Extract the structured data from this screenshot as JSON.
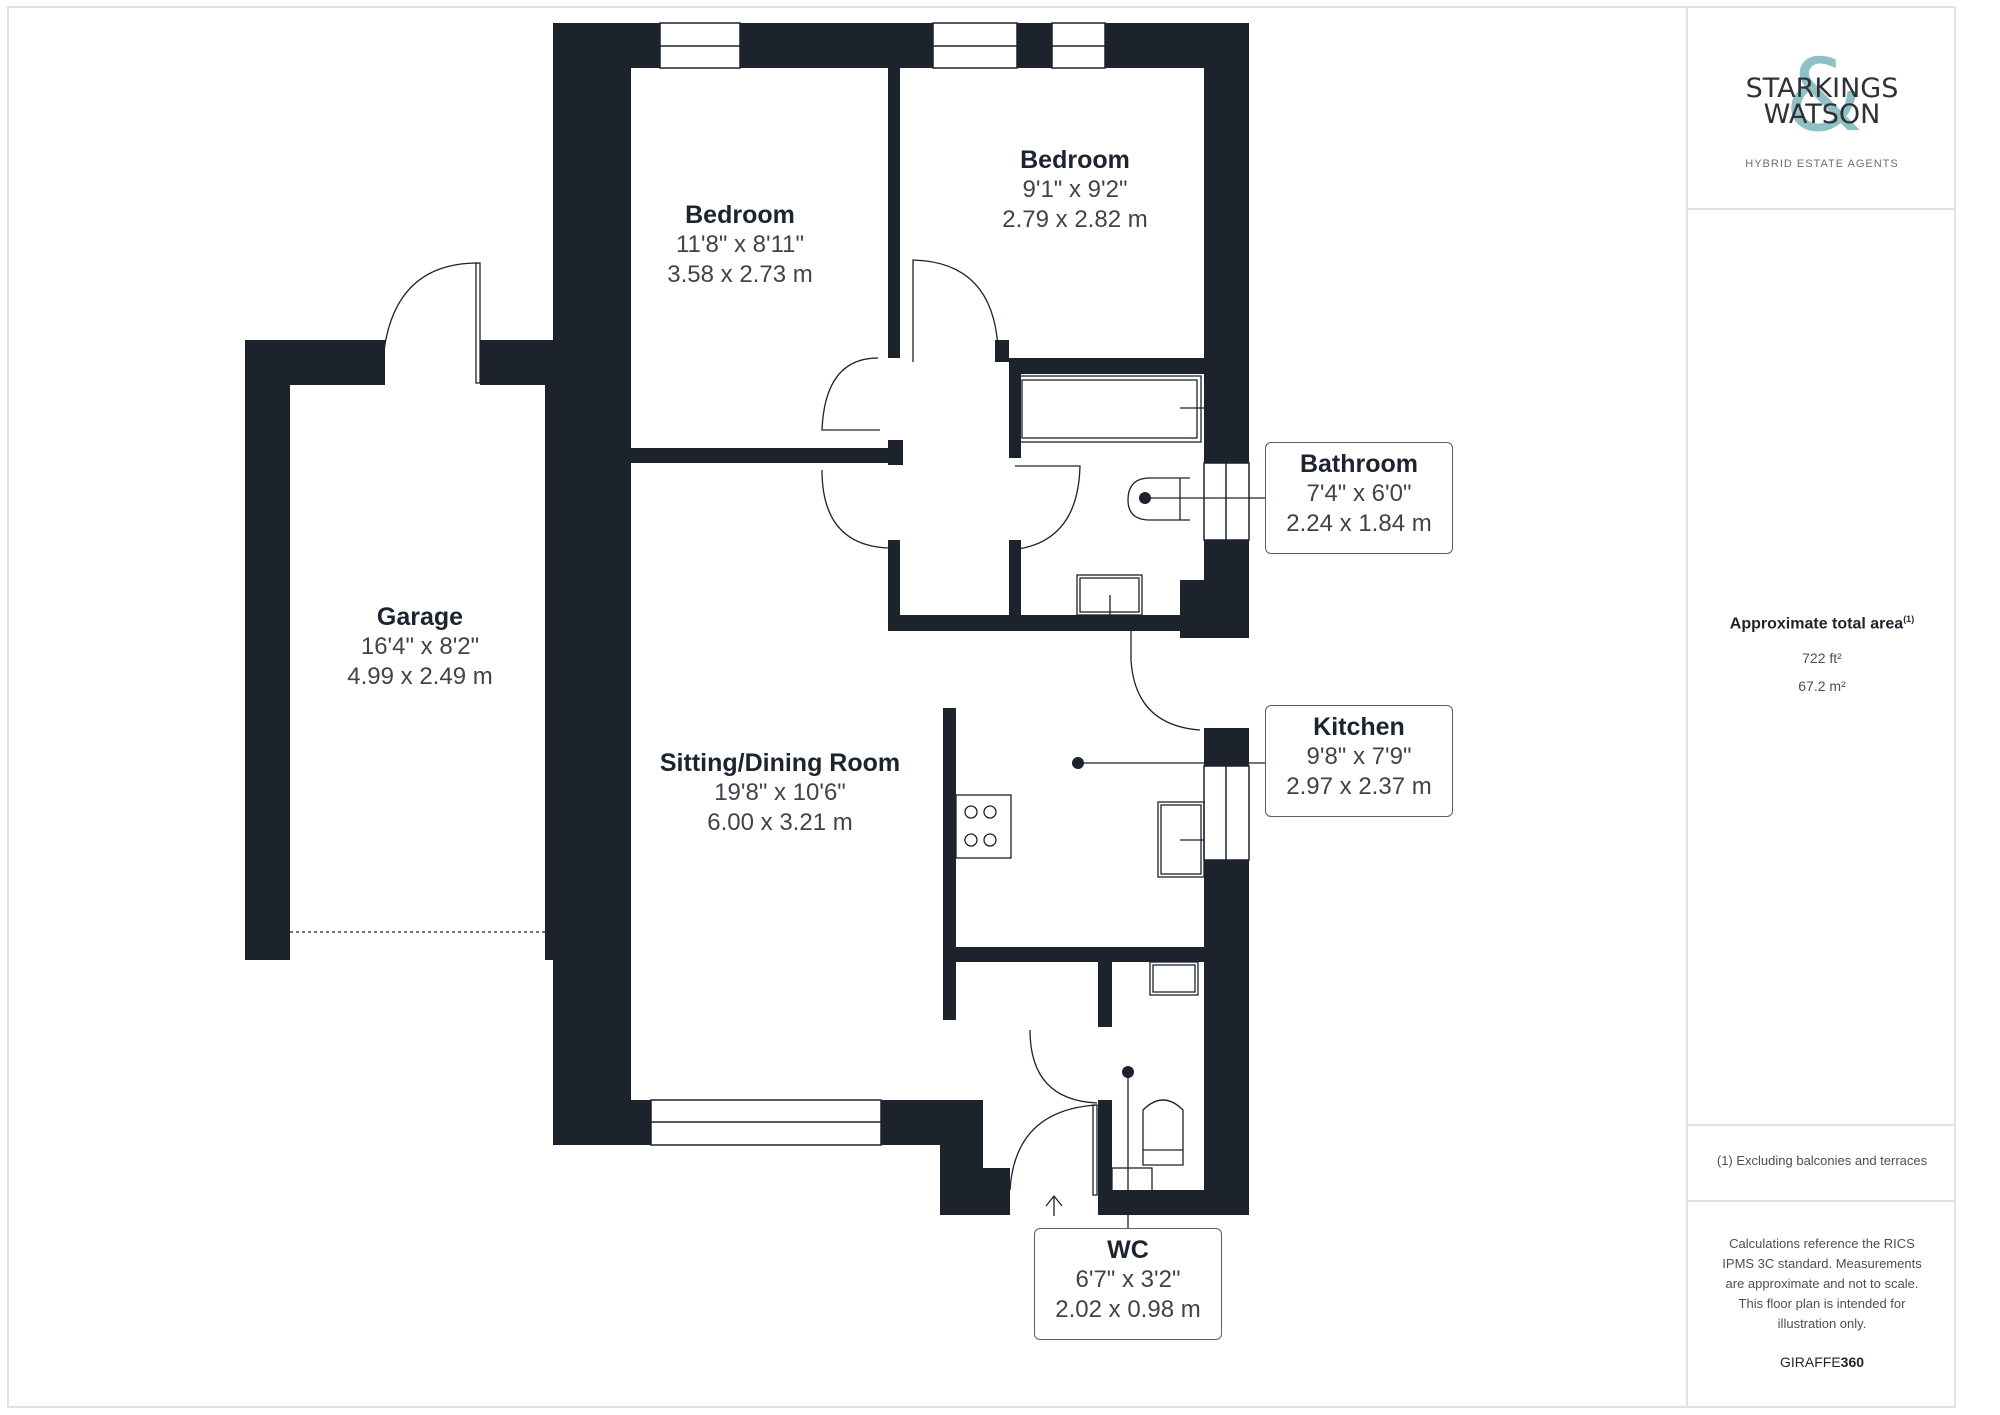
{
  "colors": {
    "wall": "#1c232d",
    "accent": "#8fc0c4",
    "border": "#e2e2e2"
  },
  "logo": {
    "line1": "STARKINGS",
    "line2": "WATSON",
    "ampersand": "&",
    "tagline": "HYBRID ESTATE AGENTS"
  },
  "area": {
    "title": "Approximate total area",
    "footnote_marker": "(1)",
    "imperial": "722 ft²",
    "metric": "67.2 m²"
  },
  "footnote": "(1) Excluding balconies and terraces",
  "disclaimer": "Calculations reference the RICS IPMS 3C standard. Measurements are approximate and not to scale. This floor plan is intended for illustration only.",
  "brand": {
    "prefix": "GIRAFFE",
    "suffix": "360"
  },
  "rooms": [
    {
      "name": "Bedroom",
      "imperial": "11'8\" x 8'11\"",
      "metric": "3.58 x 2.73 m"
    },
    {
      "name": "Bedroom",
      "imperial": "9'1\" x 9'2\"",
      "metric": "2.79 x 2.82 m"
    },
    {
      "name": "Garage",
      "imperial": "16'4\" x 8'2\"",
      "metric": "4.99 x 2.49 m"
    },
    {
      "name": "Sitting/Dining Room",
      "imperial": "19'8\" x 10'6\"",
      "metric": "6.00 x 3.21 m"
    },
    {
      "name": "Bathroom",
      "imperial": "7'4\" x 6'0\"",
      "metric": "2.24 x 1.84 m"
    },
    {
      "name": "Kitchen",
      "imperial": "9'8\" x 7'9\"",
      "metric": "2.97 x 2.37 m"
    },
    {
      "name": "WC",
      "imperial": "6'7\" x 3'2\"",
      "metric": "2.02 x 0.98 m"
    }
  ],
  "entrance": {
    "icon": "arrow-up-icon"
  }
}
